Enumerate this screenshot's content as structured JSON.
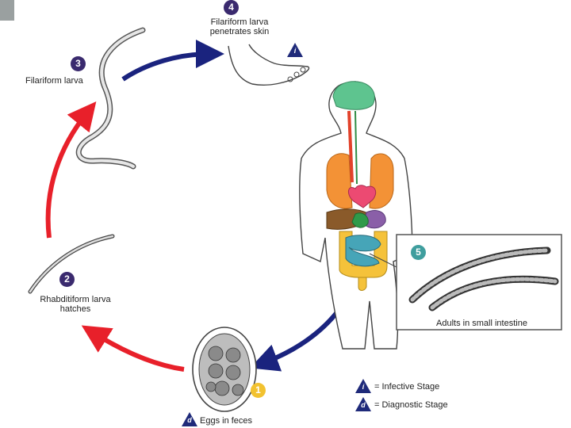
{
  "stages": {
    "s1": {
      "number": "1",
      "label": "Eggs in feces",
      "marker": "d"
    },
    "s2": {
      "number": "2",
      "label_line1": "Rhabditiform larva",
      "label_line2": "hatches"
    },
    "s3": {
      "number": "3",
      "label": "Filariform larva"
    },
    "s4": {
      "number": "4",
      "label_line1": "Filariform larva",
      "label_line2": "penetrates skin",
      "marker": "i"
    },
    "s5": {
      "number": "5",
      "label": "Adults in small intestine"
    }
  },
  "legend": {
    "infective": {
      "marker": "i",
      "label": "= Infective Stage"
    },
    "diagnostic": {
      "marker": "d",
      "label": "= Diagnostic Stage"
    }
  },
  "colors": {
    "badge_purple": "#3a2a6e",
    "badge_teal": "#3f9e9e",
    "badge_yellow": "#f2c230",
    "arrow_red": "#e8202a",
    "arrow_blue": "#1a237e",
    "marker_navy": "#1f2a7a"
  }
}
